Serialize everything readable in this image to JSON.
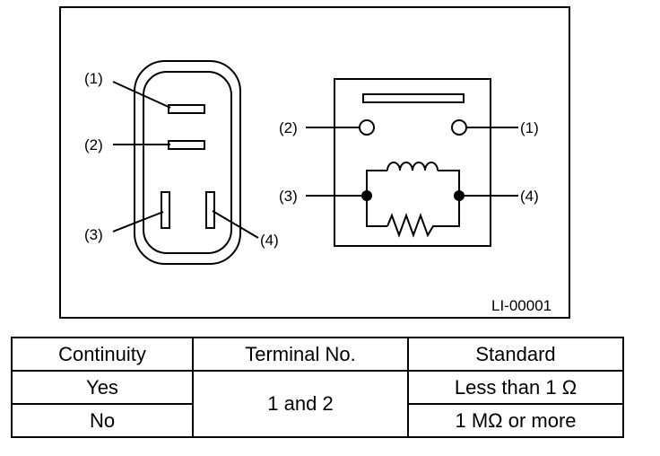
{
  "diagram": {
    "figure_id": "LI-00001",
    "connector_labels": [
      "(1)",
      "(2)",
      "(3)",
      "(4)"
    ],
    "relay_labels": [
      "(2)",
      "(1)",
      "(3)",
      "(4)"
    ]
  },
  "table": {
    "headers": [
      "Continuity",
      "Terminal No.",
      "Standard"
    ],
    "rows": [
      {
        "continuity": "Yes",
        "terminal": "1 and 2",
        "standard": "Less than 1 Ω"
      },
      {
        "continuity": "No",
        "terminal": "1 and 2",
        "standard": "1 MΩ or more"
      }
    ]
  }
}
